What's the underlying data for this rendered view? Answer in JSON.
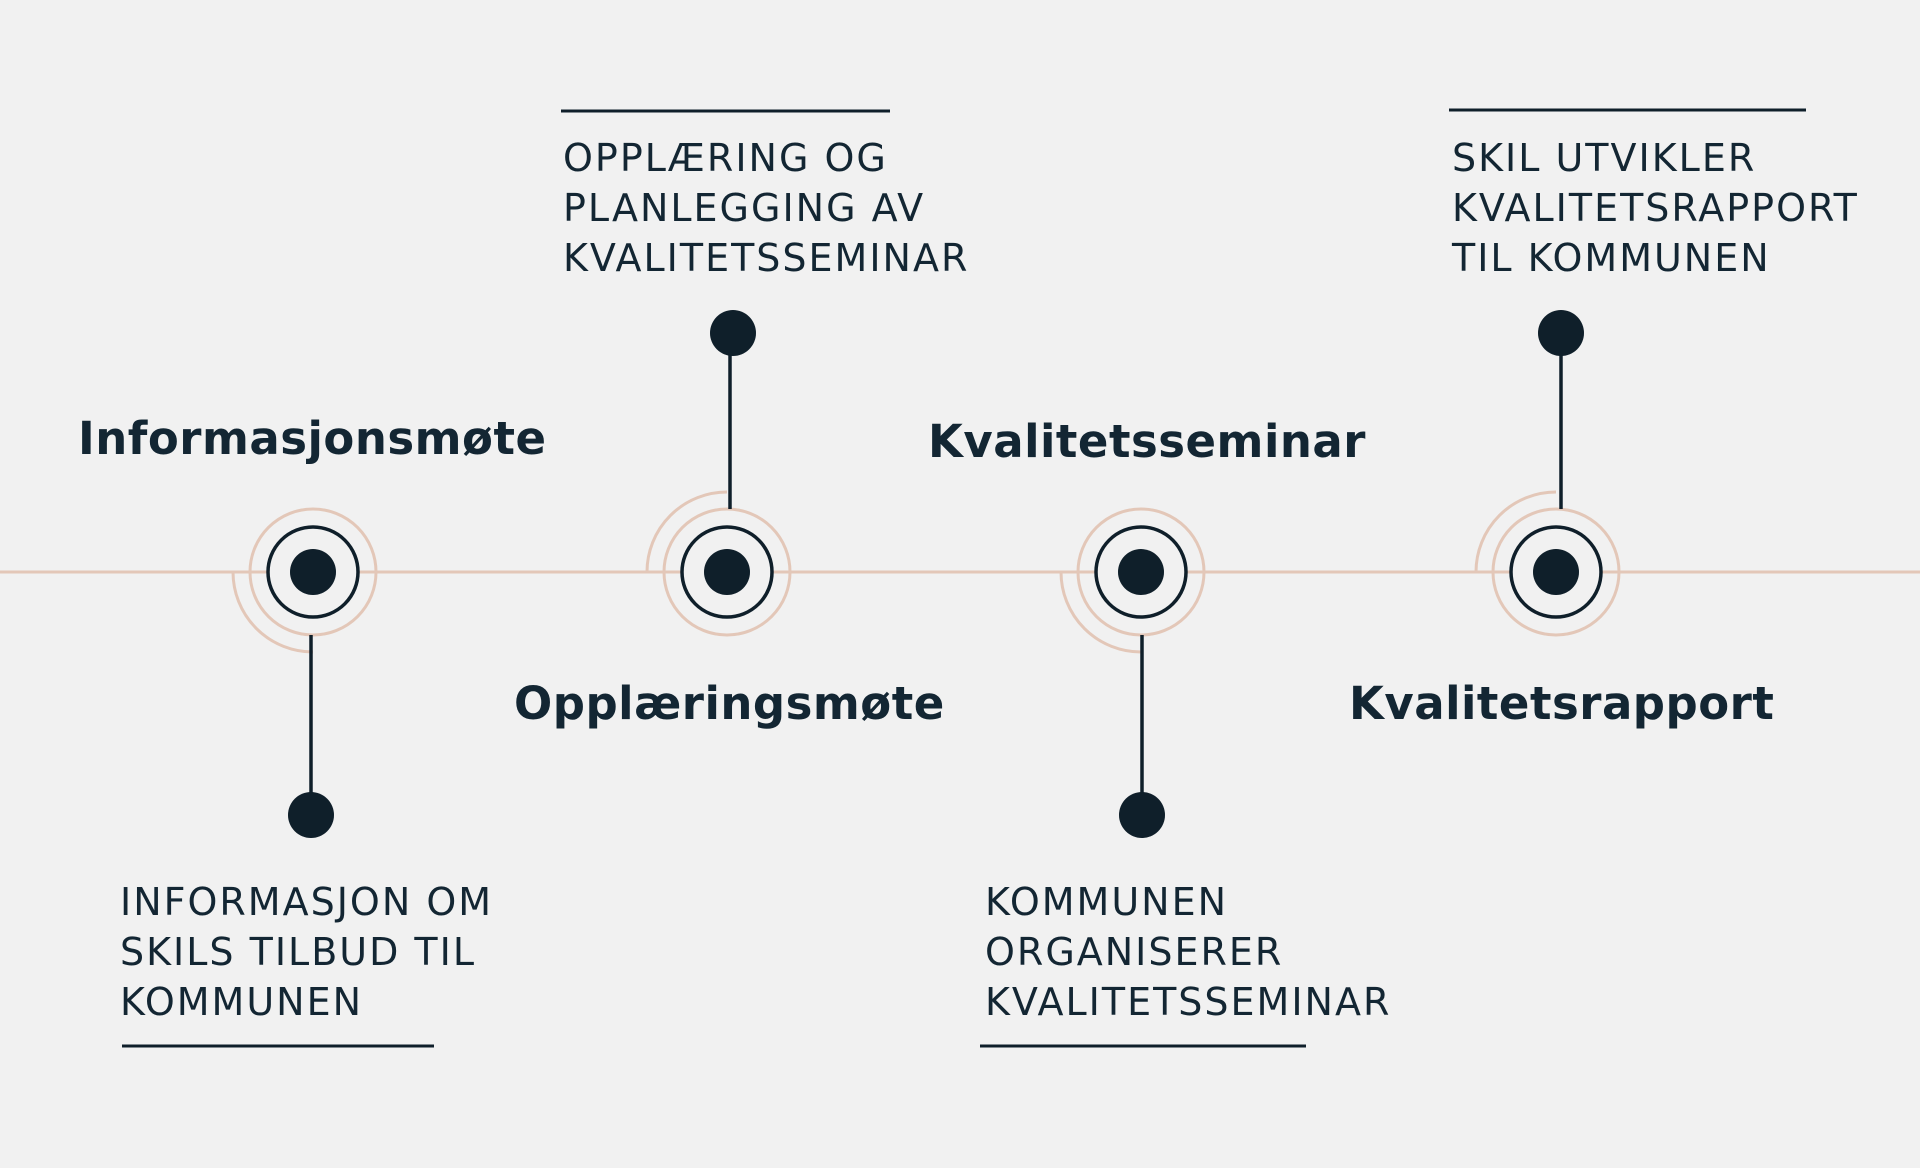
{
  "colors": {
    "background": "#f1f1f1",
    "ink": "#0f1f2a",
    "accent": "#e3c7b8"
  },
  "steps": [
    {
      "title": "Informasjonsmøte",
      "description": [
        "INFORMASJON OM",
        "SKILS TILBUD TIL",
        "KOMMUNEN"
      ]
    },
    {
      "title": "Opplæringsmøte",
      "description": [
        "OPPLÆRING OG",
        "PLANLEGGING AV",
        "KVALITETSSEMINAR"
      ]
    },
    {
      "title": "Kvalitetsseminar",
      "description": [
        "KOMMUNEN",
        "ORGANISERER",
        "KVALITETSSEMINAR"
      ]
    },
    {
      "title": "Kvalitetsrapport",
      "description": [
        "SKIL UTVIKLER",
        "KVALITETSRAPPORT",
        "TIL KOMMUNEN"
      ]
    }
  ]
}
